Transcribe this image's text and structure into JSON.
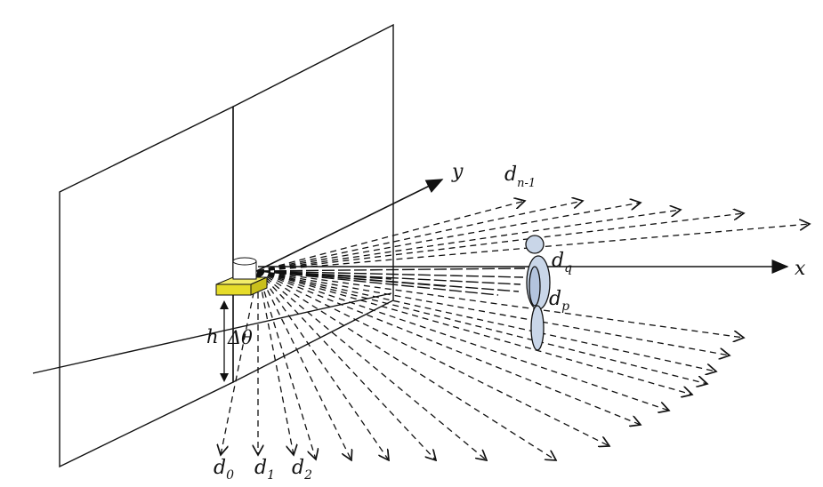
{
  "labels": {
    "y_axis": "y",
    "x_axis": "x",
    "d_last": "d",
    "d_last_sub": "n-1",
    "dq": "d",
    "dq_sub": "q",
    "dp": "d",
    "dp_sub": "p",
    "height": "h",
    "delta_theta": "Δθ",
    "d0": "d",
    "d0_sub": "0",
    "d1": "d",
    "d1_sub": "1",
    "d2": "d",
    "d2_sub": "2"
  },
  "colors": {
    "line": "#111111",
    "sensor_body": "#e8e23a",
    "sensor_top": "#ffffff",
    "person_fill": "#c9d6e8"
  }
}
